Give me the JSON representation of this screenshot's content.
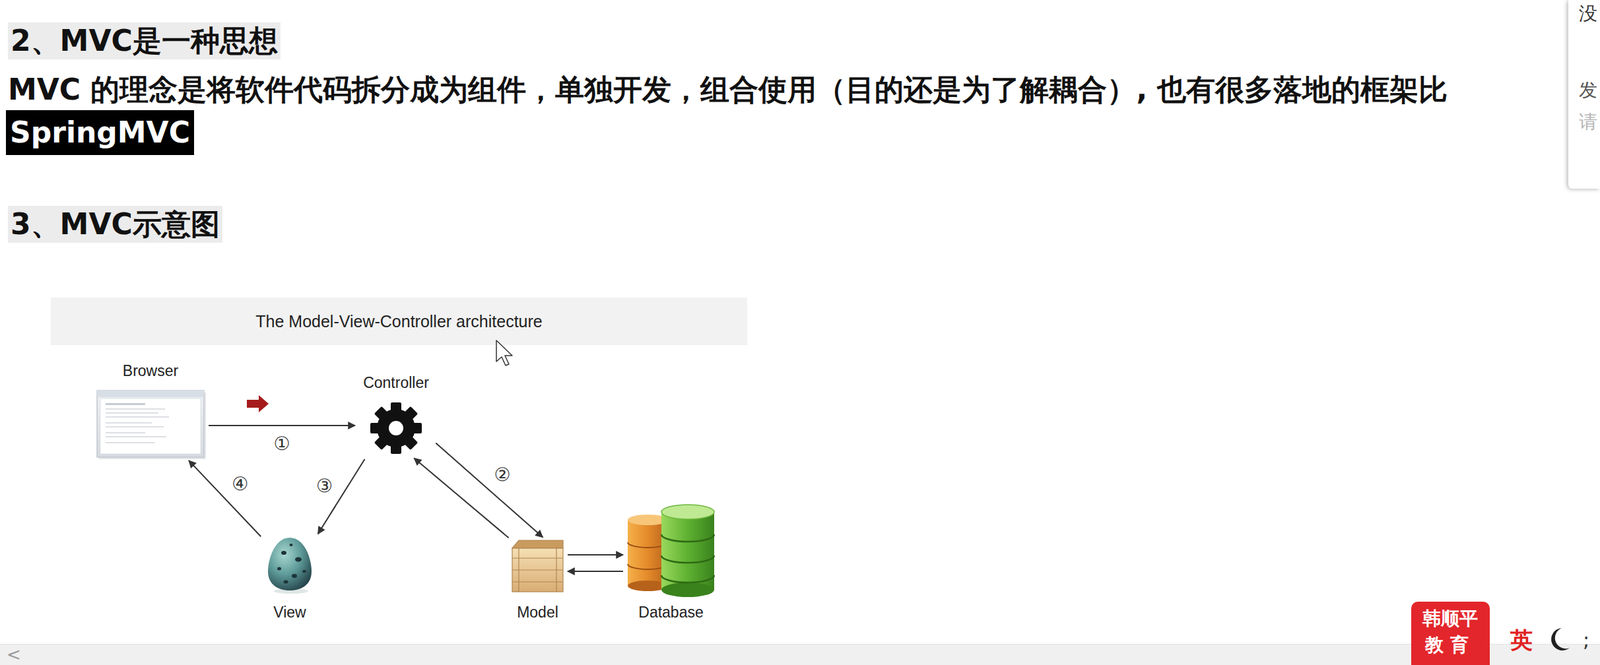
{
  "diagram": {
    "title": "The Model-View-Controller architecture",
    "nodes": [
      {
        "text": [
          "Browser"
        ]
      },
      {
        "text": [
          "Controller"
        ]
      },
      {
        "text": [
          "View"
        ]
      },
      {
        "text": [
          "Model"
        ]
      },
      {
        "text": [
          "Database"
        ]
      }
    ],
    "edges": [
      {
        "from": 0,
        "to": 1,
        "arrow": "to",
        "label": "①"
      },
      {
        "from": 1,
        "to": 3,
        "arrow": "to",
        "label": "②"
      },
      {
        "from": 3,
        "to": 1,
        "arrow": "to"
      },
      {
        "from": 1,
        "to": 2,
        "arrow": "to",
        "label": "③"
      },
      {
        "from": 2,
        "to": 0,
        "arrow": "to",
        "label": "④"
      },
      {
        "from": 3,
        "to": 4,
        "arrow": "to"
      },
      {
        "from": 4,
        "to": 3,
        "arrow": "to"
      }
    ],
    "labels": [
      "2、MVC是一种思想",
      "MVC 的理念是将软件代码拆分成为组件，单独开发，组合使用（目的还是为了解耦合）, 也有很多落地的框架比",
      "SpringMVC",
      "3、MVC示意图",
      "没",
      "发",
      "请",
      "韩顺平",
      "教育",
      "英",
      ";",
      "<"
    ]
  }
}
